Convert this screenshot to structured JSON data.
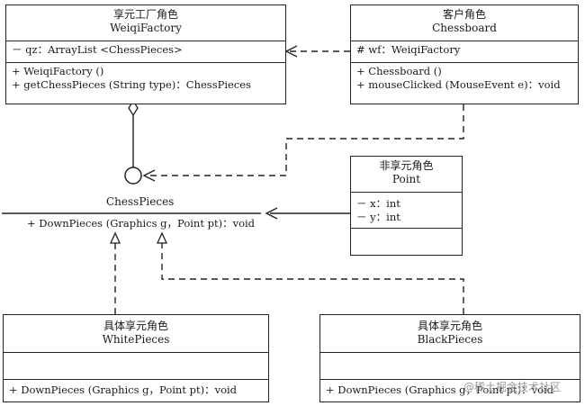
{
  "factory": {
    "role": "享元工厂角色",
    "name": "WeiqiFactory",
    "attributes": [
      "－ qz：ArrayList <ChessPieces>"
    ],
    "methods": [
      "+ WeiqiFactory ()",
      "+ getChessPieces (String type)：ChessPieces"
    ]
  },
  "client": {
    "role": "客户角色",
    "name": "Chessboard",
    "attributes": [
      "# wf：WeiqiFactory"
    ],
    "methods": [
      "+ Chessboard ()",
      "+ mouseClicked (MouseEvent e)：void"
    ]
  },
  "interface": {
    "name": "ChessPieces",
    "methods": [
      "+ DownPieces (Graphics g，Point pt)：void"
    ]
  },
  "unshared": {
    "role": "非享元角色",
    "name": "Point",
    "attributes": [
      "－ x：int",
      "－ y：int"
    ]
  },
  "concrete_white": {
    "role": "具体享元角色",
    "name": "WhitePieces",
    "methods": [
      "+ DownPieces (Graphics g，Point pt)：void"
    ]
  },
  "concrete_black": {
    "role": "具体享元角色",
    "name": "BlackPieces",
    "methods": [
      "+ DownPieces (Graphics g，Point pt)：void"
    ]
  },
  "watermark": "@稀土掘金技术社区"
}
